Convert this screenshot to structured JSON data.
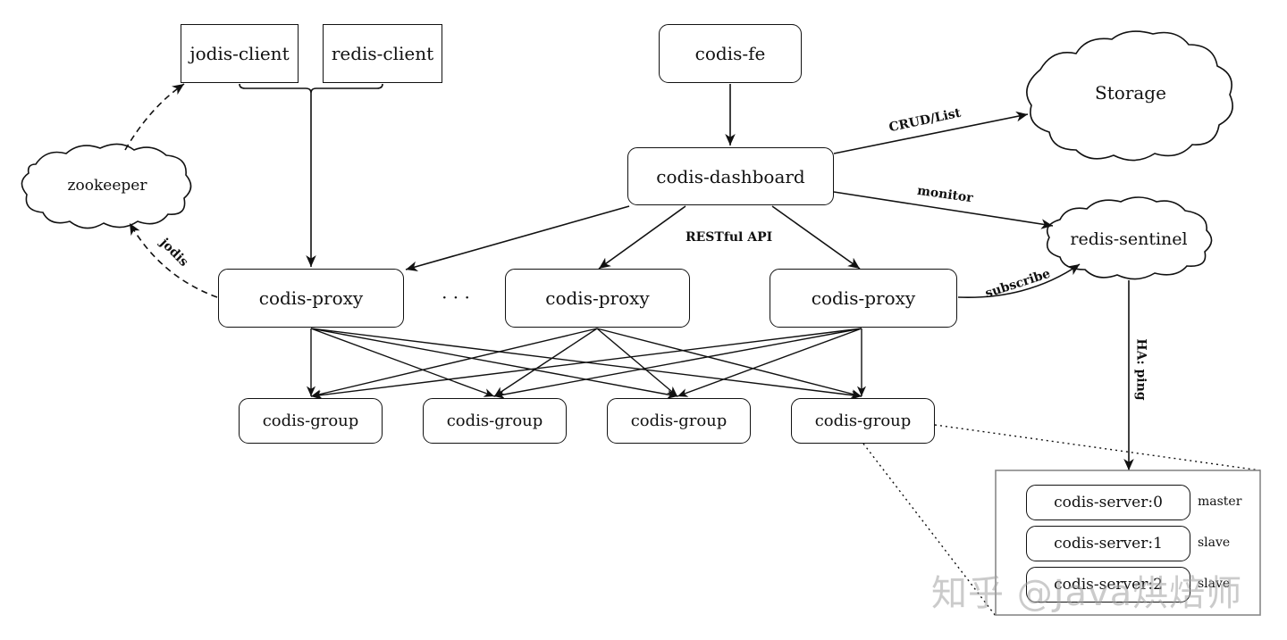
{
  "clients": {
    "jodis_client": "jodis-client",
    "redis_client": "redis-client"
  },
  "nodes": {
    "codis_fe": "codis-fe",
    "codis_dashboard": "codis-dashboard",
    "proxy_1": "codis-proxy",
    "proxy_2": "codis-proxy",
    "proxy_3": "codis-proxy",
    "proxy_ellipsis": "· · ·",
    "group_1": "codis-group",
    "group_2": "codis-group",
    "group_3": "codis-group",
    "group_4": "codis-group"
  },
  "clouds": {
    "zookeeper": "zookeeper",
    "storage": "Storage",
    "redis_sentinel": "redis-sentinel"
  },
  "edge_labels": {
    "crud_list": "CRUD/List",
    "monitor": "monitor",
    "restful_api": "RESTful API",
    "jodis": "jodis",
    "subscribe": "subscribe",
    "ha_ping": "HA: ping"
  },
  "servers": [
    {
      "name": "codis-server:0",
      "role": "master"
    },
    {
      "name": "codis-server:1",
      "role": "slave"
    },
    {
      "name": "codis-server:2",
      "role": "slave"
    }
  ],
  "watermark": "知乎 @Java烘焙师"
}
